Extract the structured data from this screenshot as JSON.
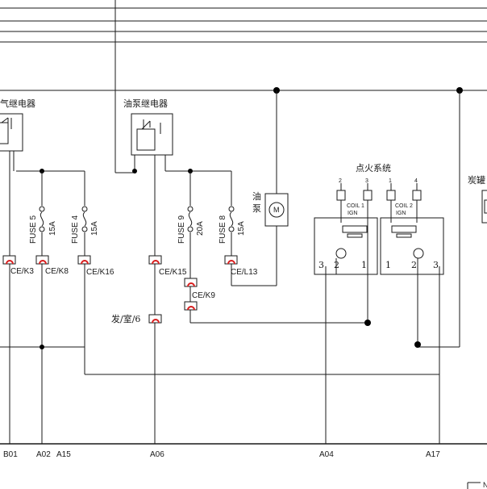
{
  "relays": {
    "left_partial": "气继电器",
    "fuel_pump_relay": "油泵继电器",
    "right_partial": "炭罐"
  },
  "fuel_pump": {
    "label_1": "油",
    "label_2": "泵",
    "symbol": "M"
  },
  "ignition": {
    "title": "点火系统",
    "coil1": {
      "name": "COIL 1",
      "sub": "IGN",
      "pin_a": "2",
      "pin_b": "3",
      "base_left": "3",
      "base_mid": "2",
      "base_right": "1"
    },
    "coil2": {
      "name": "COIL 2",
      "sub": "IGN",
      "pin_a": "1",
      "pin_b": "4",
      "base_left": "1",
      "base_mid": "2",
      "base_right": "3"
    }
  },
  "fuses": [
    {
      "label": "FUSE 5",
      "rating": "15A"
    },
    {
      "label": "FUSE 4",
      "rating": "15A"
    },
    {
      "label": "FUSE 9",
      "rating": "20A"
    },
    {
      "label": "FUSE 8",
      "rating": "15A"
    }
  ],
  "connectors": {
    "k3": "CE/K3",
    "k8": "CE/K8",
    "k16": "CE/K16",
    "k15": "CE/K15",
    "l13": "CE/L13",
    "k9": "CE/K9",
    "engine_room": "发/室/6"
  },
  "pins": [
    "B01",
    "A02",
    "A15",
    "A06",
    "A04",
    "A17"
  ],
  "corner_label": "N",
  "colors": {
    "wire": "#1a1a1a",
    "connector": "#d81e1e"
  }
}
